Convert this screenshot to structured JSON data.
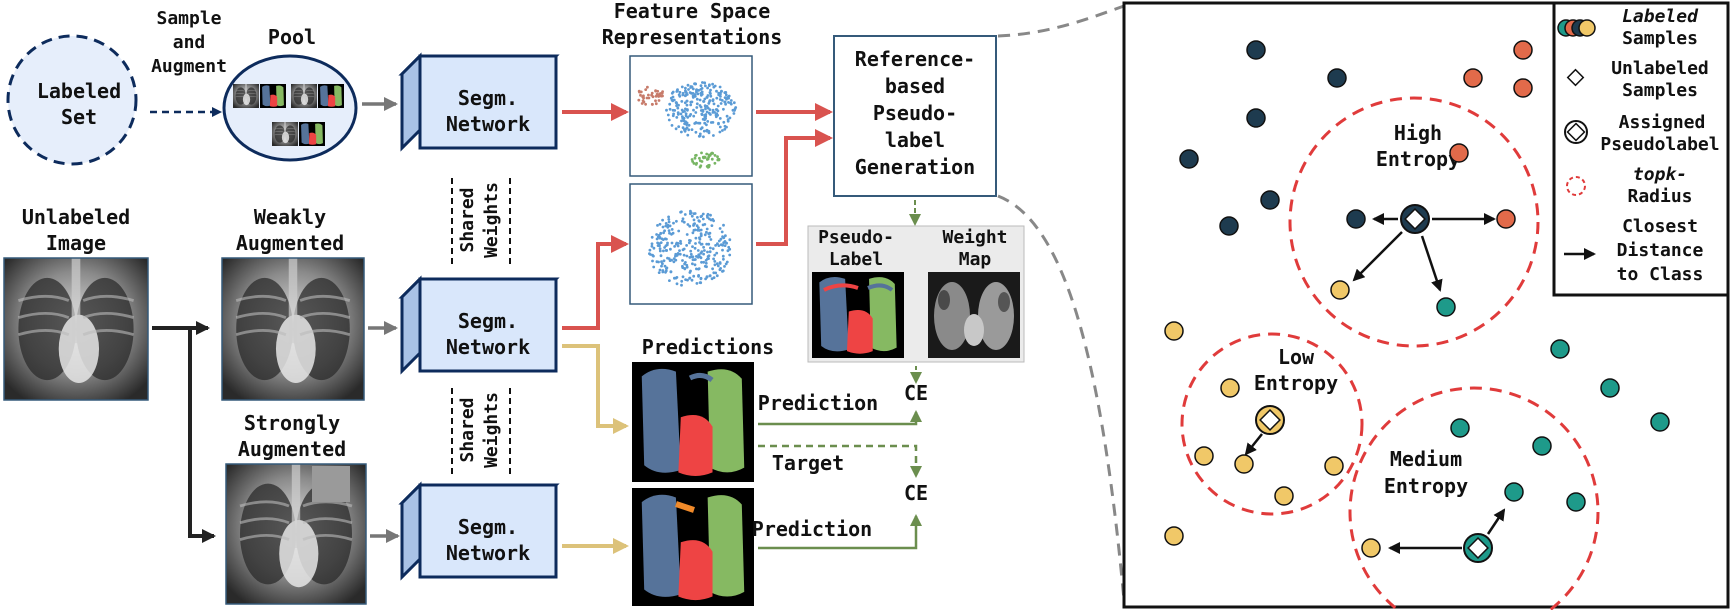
{
  "labels": {
    "labeled_set": [
      "Labeled",
      "Set"
    ],
    "sample_augment": [
      "Sample",
      "and",
      "Augment"
    ],
    "pool": "Pool",
    "unlabeled_image": [
      "Unlabeled",
      "Image"
    ],
    "weakly_augmented": [
      "Weakly",
      "Augmented"
    ],
    "strongly_augmented": [
      "Strongly",
      "Augmented"
    ],
    "segm_network": [
      "Segm.",
      "Network"
    ],
    "shared_weights": [
      "Shared",
      "Weights"
    ],
    "feature_space": [
      "Feature Space",
      "Representations"
    ],
    "ref_box": [
      "Reference-",
      "based",
      "Pseudo-",
      "label",
      "Generation"
    ],
    "pseudo_label": [
      "Pseudo-",
      "Label"
    ],
    "weight_map": [
      "Weight",
      "Map"
    ],
    "predictions": "Predictions",
    "prediction": "Prediction",
    "target": "Target",
    "ce": "CE",
    "high_entropy": [
      "High",
      "Entropy"
    ],
    "low_entropy": [
      "Low",
      "Entropy"
    ],
    "medium_entropy": [
      "Medium",
      "Entropy"
    ]
  },
  "legend": {
    "labeled_samples": [
      "Labeled",
      "Samples"
    ],
    "unlabeled_samples": [
      "Unlabeled",
      "Samples"
    ],
    "assigned_pseudolabel": [
      "Assigned",
      "Pseudolabel"
    ],
    "topk_radius": [
      "topk-",
      "Radius"
    ],
    "closest_distance": [
      "Closest",
      "Distance",
      "to Class"
    ]
  },
  "colors": {
    "navy": "#0d2b5c",
    "network_fill": "#d9e7fb",
    "labeled_set_fill": "#e6eefb",
    "red_arrow": "#d9534f",
    "yellow_arrow": "#dcc27a",
    "green_arrow": "#6b8e4e",
    "dark_teal": "#1e3b4f",
    "orange_red": "#e26a4a",
    "yellow": "#f0c868",
    "teal": "#1e9a8a",
    "radius_red": "#e03b3b",
    "lung_blue": "#56739a",
    "heart_red": "#ee4444",
    "lung_green": "#86b962"
  }
}
